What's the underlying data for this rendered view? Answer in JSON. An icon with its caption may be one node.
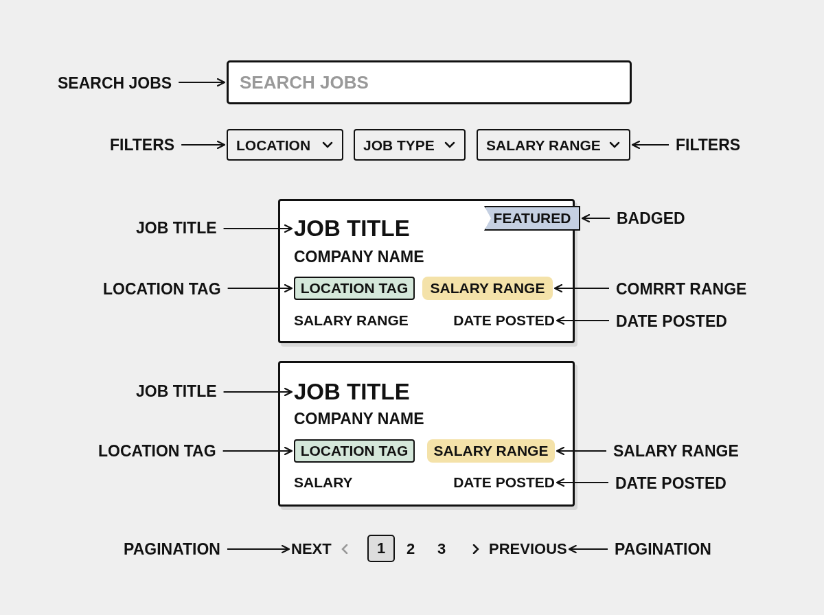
{
  "diagram": {
    "nodes": [
      {
        "text": [
          "SEARCH JOBS"
        ]
      },
      {
        "text": [
          "SEARCH JOBS"
        ]
      },
      {
        "text": [
          "FILTERS"
        ]
      },
      {
        "text": [
          "LOCATION"
        ]
      },
      {
        "text": [
          "JOB TYPE"
        ]
      },
      {
        "text": [
          "SALARY RANGE"
        ]
      },
      {
        "text": [
          "FILTERS"
        ]
      },
      {
        "text": [],
        "shape": "box"
      },
      {
        "text": [
          "JOB TITLE"
        ]
      },
      {
        "text": [
          "JOB TITLE"
        ],
        "in": 7
      },
      {
        "text": [
          "FEATURED"
        ],
        "in": 7
      },
      {
        "text": [
          "BADGED"
        ]
      },
      {
        "text": [
          "COMPANY NAME"
        ],
        "in": 7
      },
      {
        "text": [
          "LOCATION TAG"
        ]
      },
      {
        "text": [
          "LOCATION TAG"
        ],
        "in": 7
      },
      {
        "text": [
          "SALARY RANGE"
        ],
        "in": 7
      },
      {
        "text": [
          "COMRRT RANGE"
        ]
      },
      {
        "text": [
          "SALARY RANGE"
        ],
        "in": 7
      },
      {
        "text": [
          "DATE POSTED"
        ],
        "in": 7
      },
      {
        "text": [
          "DATE POSTED"
        ]
      },
      {
        "text": [],
        "shape": "box"
      },
      {
        "text": [
          "JOB TITLE"
        ]
      },
      {
        "text": [
          "JOB TITLE"
        ],
        "in": 20
      },
      {
        "text": [
          "COMPANY NAME"
        ],
        "in": 20
      },
      {
        "text": [
          "LOCATION TAG"
        ]
      },
      {
        "text": [
          "LOCATION TAG"
        ],
        "in": 20
      },
      {
        "text": [
          "SALARY RANGE"
        ],
        "in": 20
      },
      {
        "text": [
          "SALARY RANGE"
        ]
      },
      {
        "text": [
          "SALARY"
        ],
        "in": 20
      },
      {
        "text": [
          "DATE POSTED"
        ],
        "in": 20
      },
      {
        "text": [
          "DATE POSTED"
        ]
      },
      {
        "text": [
          "PAGINATION"
        ]
      },
      {
        "text": [
          "NEXT"
        ]
      },
      {
        "text": [
          "1"
        ]
      },
      {
        "text": [
          "PREVIOUS"
        ]
      },
      {
        "text": [
          "PAGINATION"
        ]
      }
    ],
    "edges": [
      {
        "from": 0,
        "to": 1,
        "arrow": "to"
      },
      {
        "from": 2,
        "to": 3,
        "arrow": "to"
      },
      {
        "from": 6,
        "to": 5,
        "arrow": "to"
      },
      {
        "from": 8,
        "to": 9,
        "arrow": "to"
      },
      {
        "from": 11,
        "to": 10,
        "arrow": "to"
      },
      {
        "from": 13,
        "to": 14,
        "arrow": "to"
      },
      {
        "from": 16,
        "to": 15,
        "arrow": "to"
      },
      {
        "from": 19,
        "to": 18,
        "arrow": "to"
      },
      {
        "from": 21,
        "to": 22,
        "arrow": "to"
      },
      {
        "from": 24,
        "to": 25,
        "arrow": "to"
      },
      {
        "from": 27,
        "to": 26,
        "arrow": "to"
      },
      {
        "from": 30,
        "to": 29,
        "arrow": "to"
      },
      {
        "from": 31,
        "to": 32,
        "arrow": "to"
      },
      {
        "from": 35,
        "to": 34,
        "arrow": "to"
      }
    ],
    "labels": [
      "2",
      "3"
    ]
  }
}
